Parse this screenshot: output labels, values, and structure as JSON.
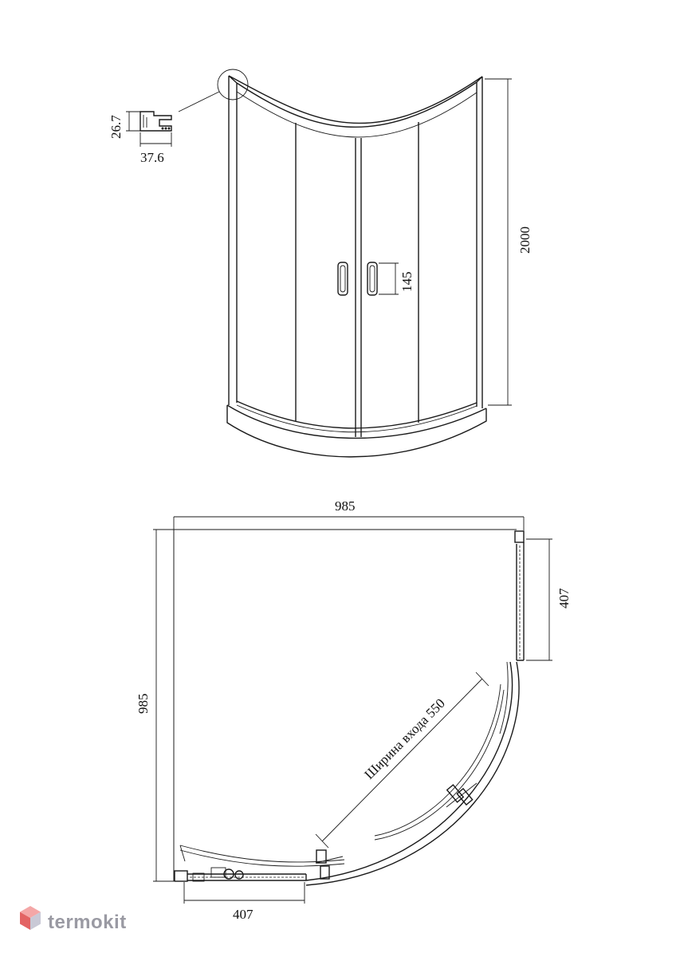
{
  "elevation": {
    "height_label": "2000",
    "handle_label": "145",
    "profile_height_label": "26.7",
    "profile_width_label": "37.6"
  },
  "plan": {
    "width_top_label": "985",
    "depth_left_label": "985",
    "side_panel_right_label": "407",
    "side_panel_bottom_label": "407",
    "entrance_label": "Ширина входа 550"
  },
  "brand": {
    "name": "termokit",
    "colors": {
      "hex_top": "#f4a7a7",
      "hex_left": "#e36464",
      "hex_right": "#c9c9d6"
    }
  }
}
